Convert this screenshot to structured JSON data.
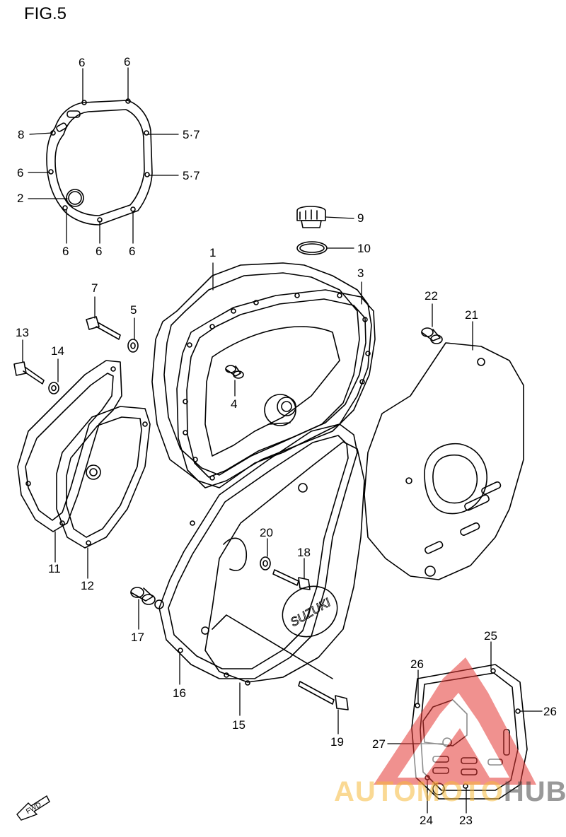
{
  "figure": {
    "title": "FIG.5"
  },
  "callouts": [
    {
      "id": "c-6a",
      "text": "6"
    },
    {
      "id": "c-6b",
      "text": "6"
    },
    {
      "id": "c-8",
      "text": "8"
    },
    {
      "id": "c-57a",
      "text": "5·7"
    },
    {
      "id": "c-6c",
      "text": "6"
    },
    {
      "id": "c-57b",
      "text": "5·7"
    },
    {
      "id": "c-2",
      "text": "2"
    },
    {
      "id": "c-6d",
      "text": "6"
    },
    {
      "id": "c-6e",
      "text": "6"
    },
    {
      "id": "c-6f",
      "text": "6"
    },
    {
      "id": "c-9",
      "text": "9"
    },
    {
      "id": "c-10",
      "text": "10"
    },
    {
      "id": "c-1",
      "text": "1"
    },
    {
      "id": "c-3",
      "text": "3"
    },
    {
      "id": "c-7",
      "text": "7"
    },
    {
      "id": "c-5",
      "text": "5"
    },
    {
      "id": "c-13",
      "text": "13"
    },
    {
      "id": "c-14",
      "text": "14"
    },
    {
      "id": "c-22",
      "text": "22"
    },
    {
      "id": "c-21",
      "text": "21"
    },
    {
      "id": "c-4",
      "text": "4"
    },
    {
      "id": "c-11",
      "text": "11"
    },
    {
      "id": "c-12",
      "text": "12"
    },
    {
      "id": "c-20",
      "text": "20"
    },
    {
      "id": "c-18",
      "text": "18"
    },
    {
      "id": "c-17",
      "text": "17"
    },
    {
      "id": "c-16",
      "text": "16"
    },
    {
      "id": "c-15",
      "text": "15"
    },
    {
      "id": "c-19",
      "text": "19"
    },
    {
      "id": "c-25",
      "text": "25"
    },
    {
      "id": "c-26a",
      "text": "26"
    },
    {
      "id": "c-26b",
      "text": "26"
    },
    {
      "id": "c-27",
      "text": "27"
    },
    {
      "id": "c-24",
      "text": "24"
    },
    {
      "id": "c-23",
      "text": "23"
    }
  ],
  "logo_text": "SUZUKI",
  "fwd_label": "FWD",
  "watermark": {
    "part1": "AUTOMOTO",
    "part2": "HUB"
  },
  "colors": {
    "line": "#000000",
    "background": "#ffffff",
    "watermark_red": "#e53935",
    "watermark_orange": "#f5b93c"
  }
}
